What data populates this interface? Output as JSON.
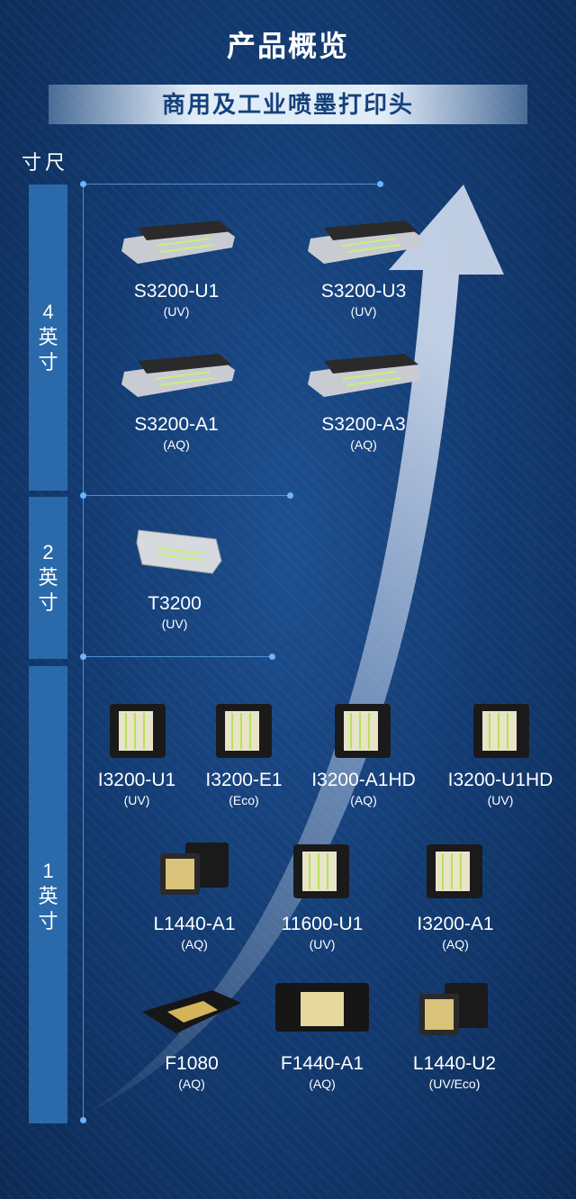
{
  "page_title": "产品概览",
  "banner": "商用及工业喷墨打印头",
  "axis_label": "寸尺",
  "sizes": [
    {
      "label": [
        "4",
        "英",
        "寸"
      ]
    },
    {
      "label": [
        "2",
        "英",
        "寸"
      ]
    },
    {
      "label": [
        "1",
        "英",
        "寸"
      ]
    }
  ],
  "products": [
    {
      "name": "S3200-U1",
      "tag": "(UV)"
    },
    {
      "name": "S3200-U3",
      "tag": "(UV)"
    },
    {
      "name": "S3200-A1",
      "tag": "(AQ)"
    },
    {
      "name": "S3200-A3",
      "tag": "(AQ)"
    },
    {
      "name": "T3200",
      "tag": "(UV)"
    },
    {
      "name": "I3200-U1",
      "tag": "(UV)"
    },
    {
      "name": "I3200-E1",
      "tag": "(Eco)"
    },
    {
      "name": "I3200-A1HD",
      "tag": "(AQ)"
    },
    {
      "name": "I3200-U1HD",
      "tag": "(UV)"
    },
    {
      "name": "L1440-A1",
      "tag": "(AQ)"
    },
    {
      "name": "11600-U1",
      "tag": "(UV)"
    },
    {
      "name": "I3200-A1",
      "tag": "(AQ)"
    },
    {
      "name": "F1080",
      "tag": "(AQ)"
    },
    {
      "name": "F1440-A1",
      "tag": "(AQ)"
    },
    {
      "name": "L1440-U2",
      "tag": "(UV/Eco)"
    }
  ]
}
